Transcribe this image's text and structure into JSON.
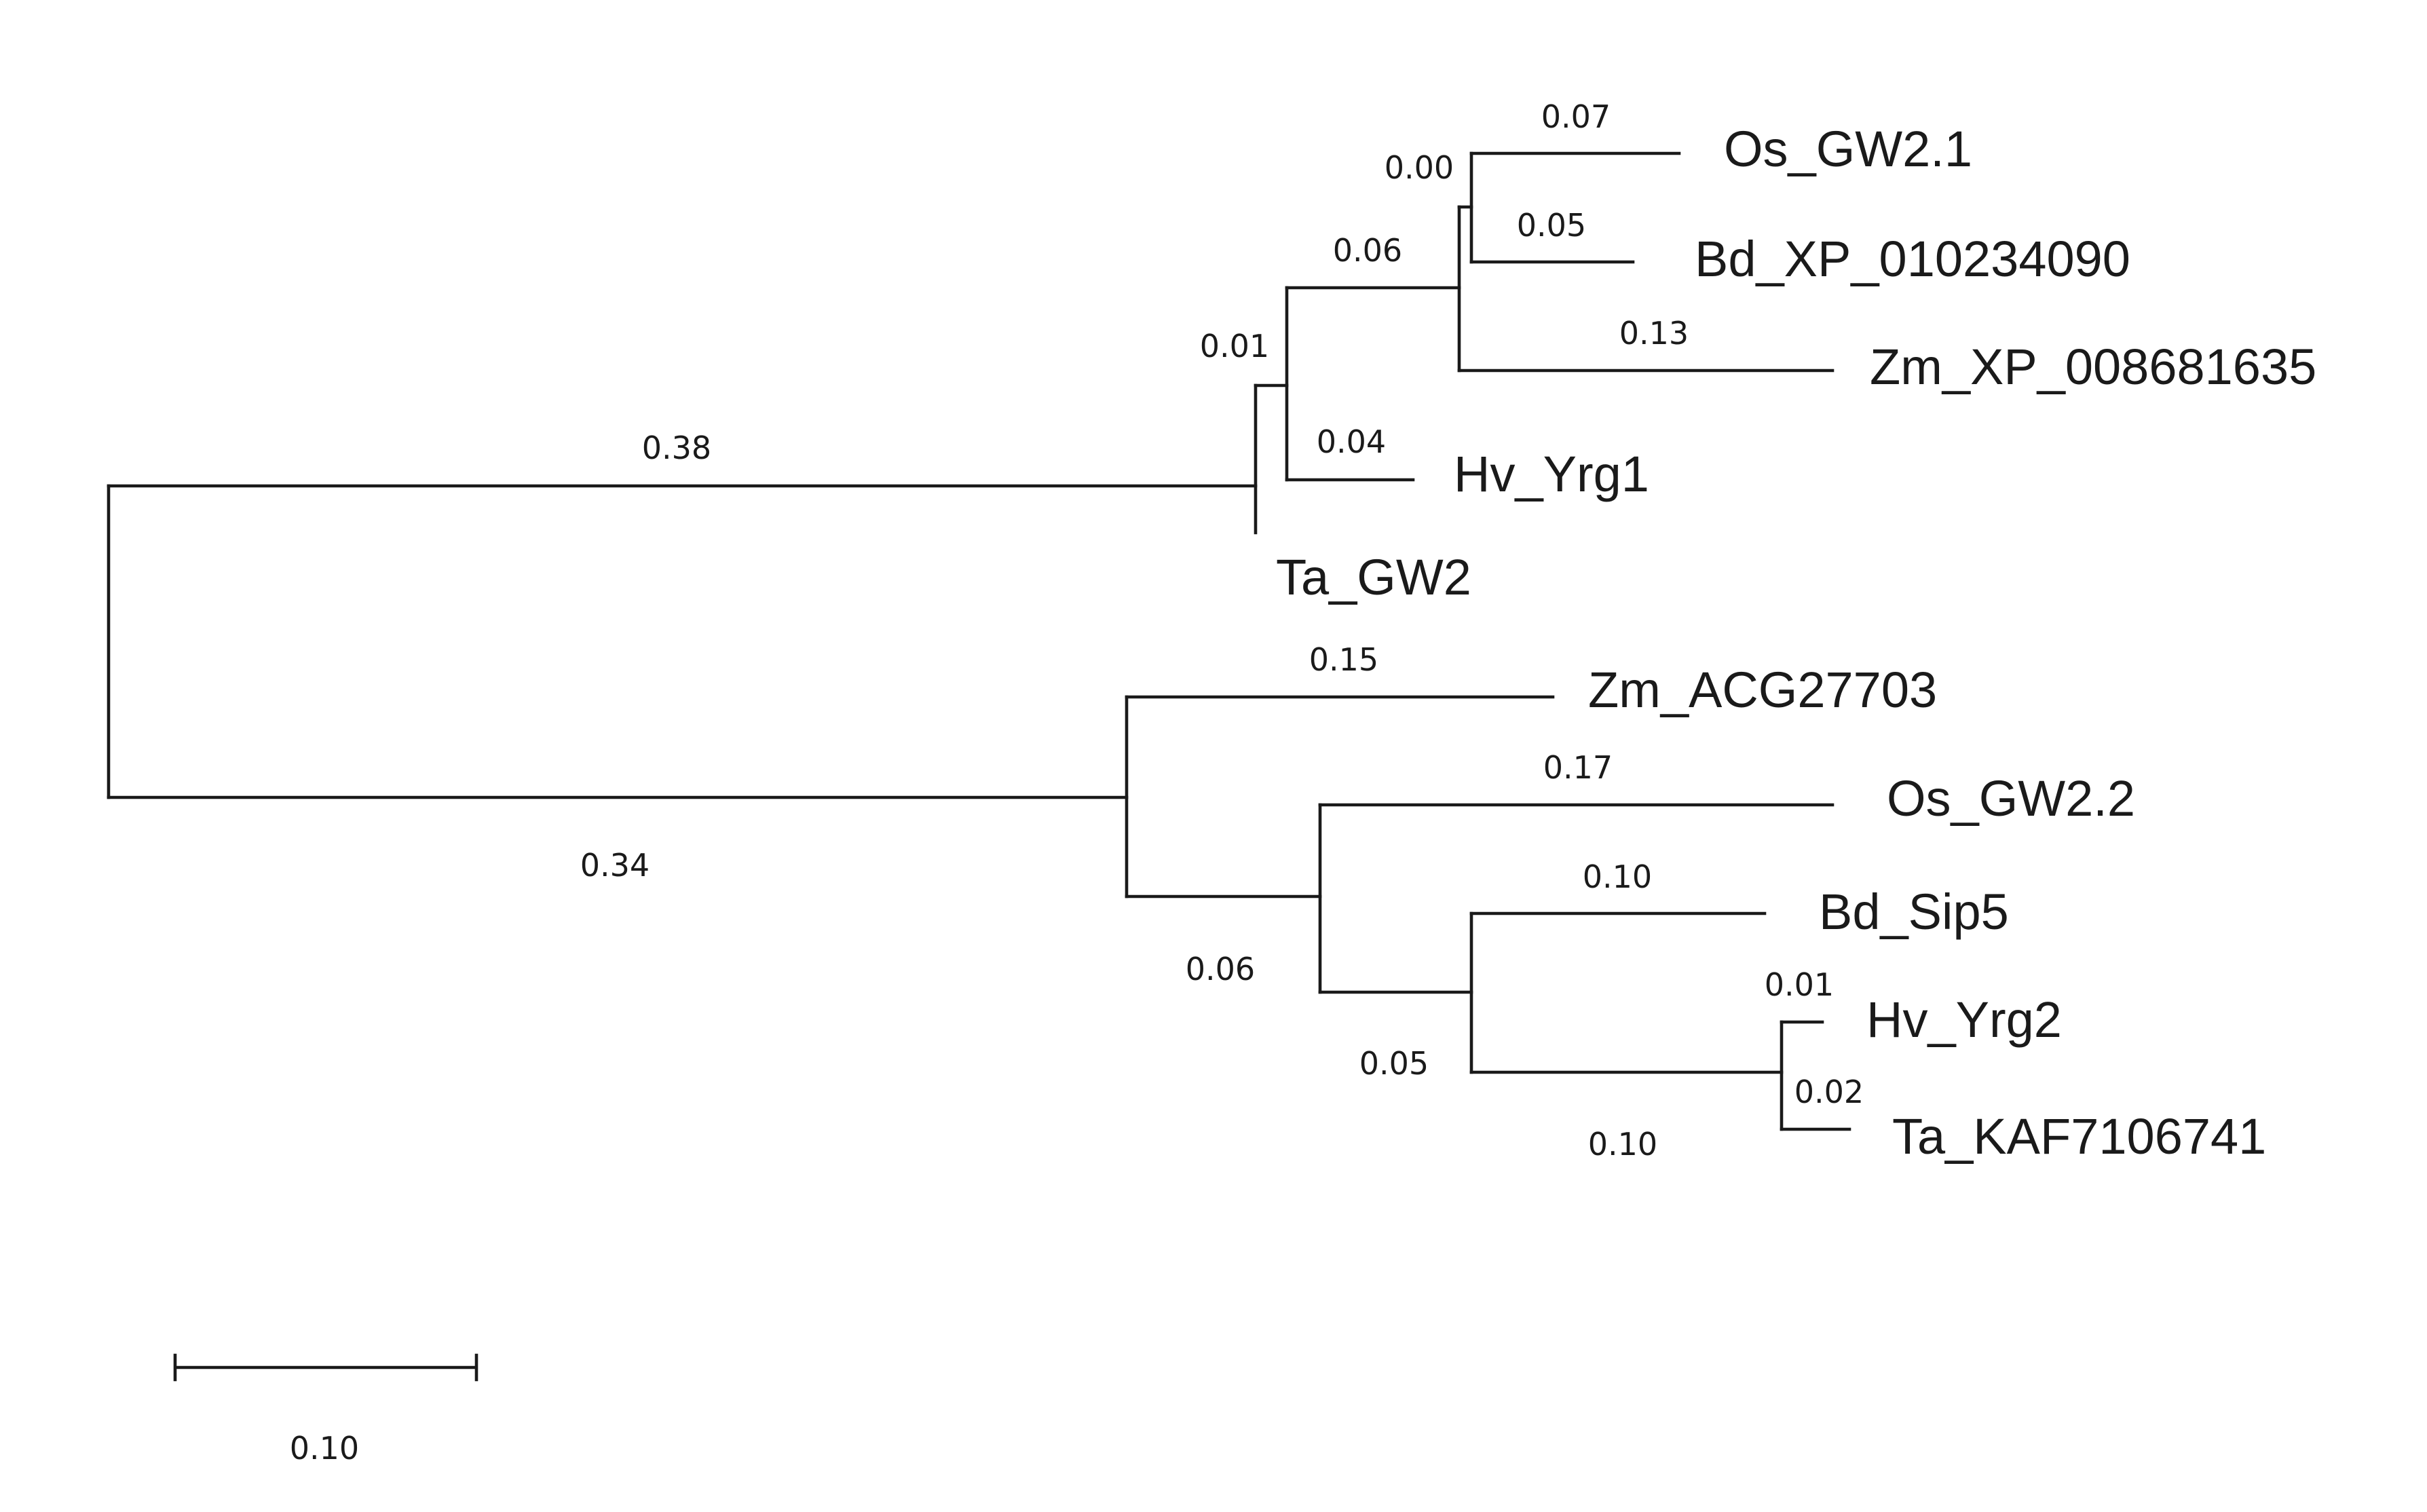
{
  "tree": {
    "taxa": {
      "os_gw2_1": "Os_GW2.1",
      "bd_xp": "Bd_XP_010234090",
      "zm_xp": "Zm_XP_008681635",
      "hv_yrg1": "Hv_Yrg1",
      "ta_gw2": "Ta_GW2",
      "zm_acg": "Zm_ACG27703",
      "os_gw2_2": "Os_GW2.2",
      "bd_sip5": "Bd_Sip5",
      "hv_yrg2": "Hv_Yrg2",
      "ta_kaf": "Ta_KAF7106741"
    },
    "branch_lengths": {
      "os_gw2_1": "0.07",
      "os_bd_node": "0.00",
      "bd_xp": "0.05",
      "clade_a_inner": "0.06",
      "clade_a_node": "0.01",
      "zm_xp": "0.13",
      "hv_yrg1": "0.04",
      "upper_stem": "0.38",
      "lower_stem": "0.34",
      "zm_acg": "0.15",
      "os_gw2_2": "0.17",
      "lower_inner": "0.06",
      "bd_sip5": "0.10",
      "lower_inner2": "0.05",
      "hv_yrg2": "0.01",
      "ta_kaf": "0.02",
      "yrg2_ta_stem": "0.10"
    },
    "scale_bar": {
      "label": "0.10"
    }
  }
}
